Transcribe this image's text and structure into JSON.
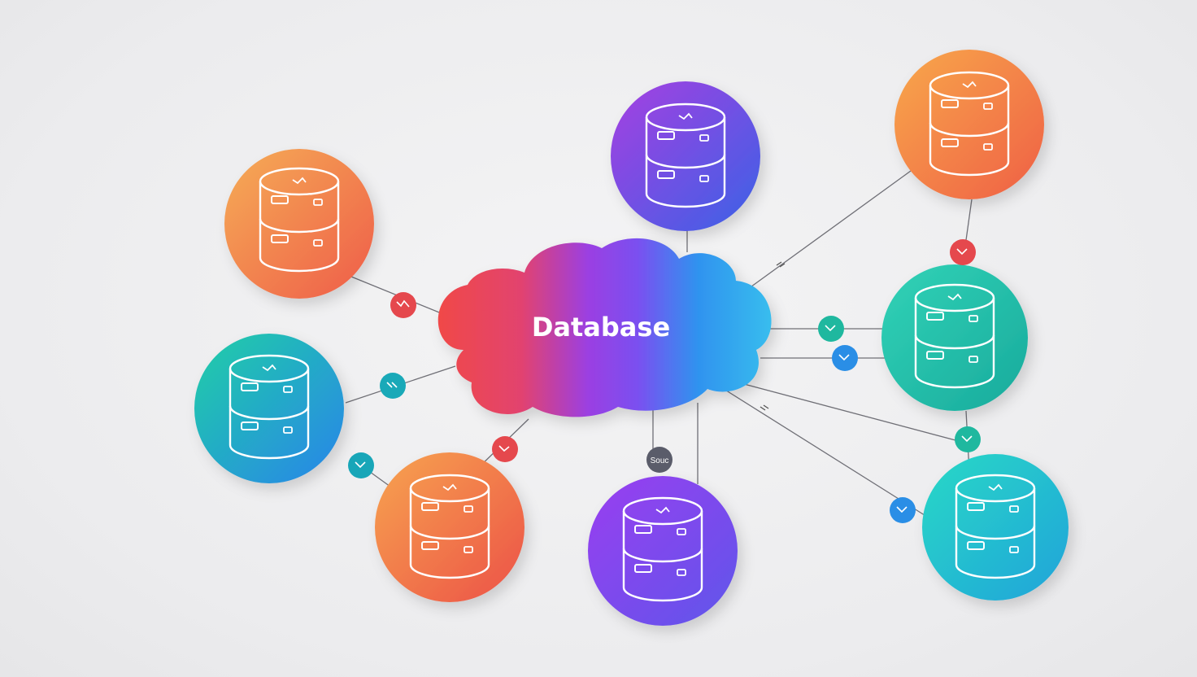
{
  "diagram": {
    "center": {
      "label": "Database",
      "gradient": [
        "#f04a4a",
        "#e2436f",
        "#9a3fe0",
        "#7a4ff0",
        "#2b9ff0",
        "#36b8ee"
      ]
    },
    "small_badge_text": "Souc",
    "nodes": [
      {
        "id": "db-orange-left",
        "color": [
          "#f29a4a",
          "#f0644a"
        ],
        "icon": "database-icon"
      },
      {
        "id": "db-teal-left",
        "color": [
          "#22c4b0",
          "#2a8ee6"
        ],
        "icon": "database-icon"
      },
      {
        "id": "db-red-bottom",
        "color": [
          "#f5a150",
          "#ef5a4a"
        ],
        "icon": "database-icon"
      },
      {
        "id": "db-purple-top",
        "color": [
          "#9b3fe3",
          "#3a66e8"
        ],
        "icon": "database-icon"
      },
      {
        "id": "db-purple-bottom",
        "color": [
          "#8d3ff0",
          "#6a55e8"
        ],
        "icon": "database-icon"
      },
      {
        "id": "db-orange-top-right",
        "color": [
          "#f7a34a",
          "#f06444"
        ],
        "icon": "database-icon"
      },
      {
        "id": "db-teal-right",
        "color": [
          "#2ad0b8",
          "#1fb6a2"
        ],
        "icon": "database-icon"
      },
      {
        "id": "db-cyan-bottom-right",
        "color": [
          "#28d3c9",
          "#21a9d8"
        ],
        "icon": "database-icon"
      }
    ],
    "connectors": [
      {
        "id": "connector-red-left",
        "color": "#e5484d"
      },
      {
        "id": "connector-teal-left",
        "color": "#18a6b8"
      },
      {
        "id": "connector-red-bottom",
        "color": "#e5484d"
      },
      {
        "id": "connector-teal-bottom-left",
        "color": "#18a6b8"
      },
      {
        "id": "connector-teal-right-1",
        "color": "#1fb89f"
      },
      {
        "id": "connector-blue-right-2",
        "color": "#2a8ee6"
      },
      {
        "id": "connector-red-top-right",
        "color": "#e5484d"
      },
      {
        "id": "connector-teal-right-3",
        "color": "#1fb89f"
      },
      {
        "id": "connector-blue-bottom-right",
        "color": "#2a8ee6"
      }
    ]
  }
}
